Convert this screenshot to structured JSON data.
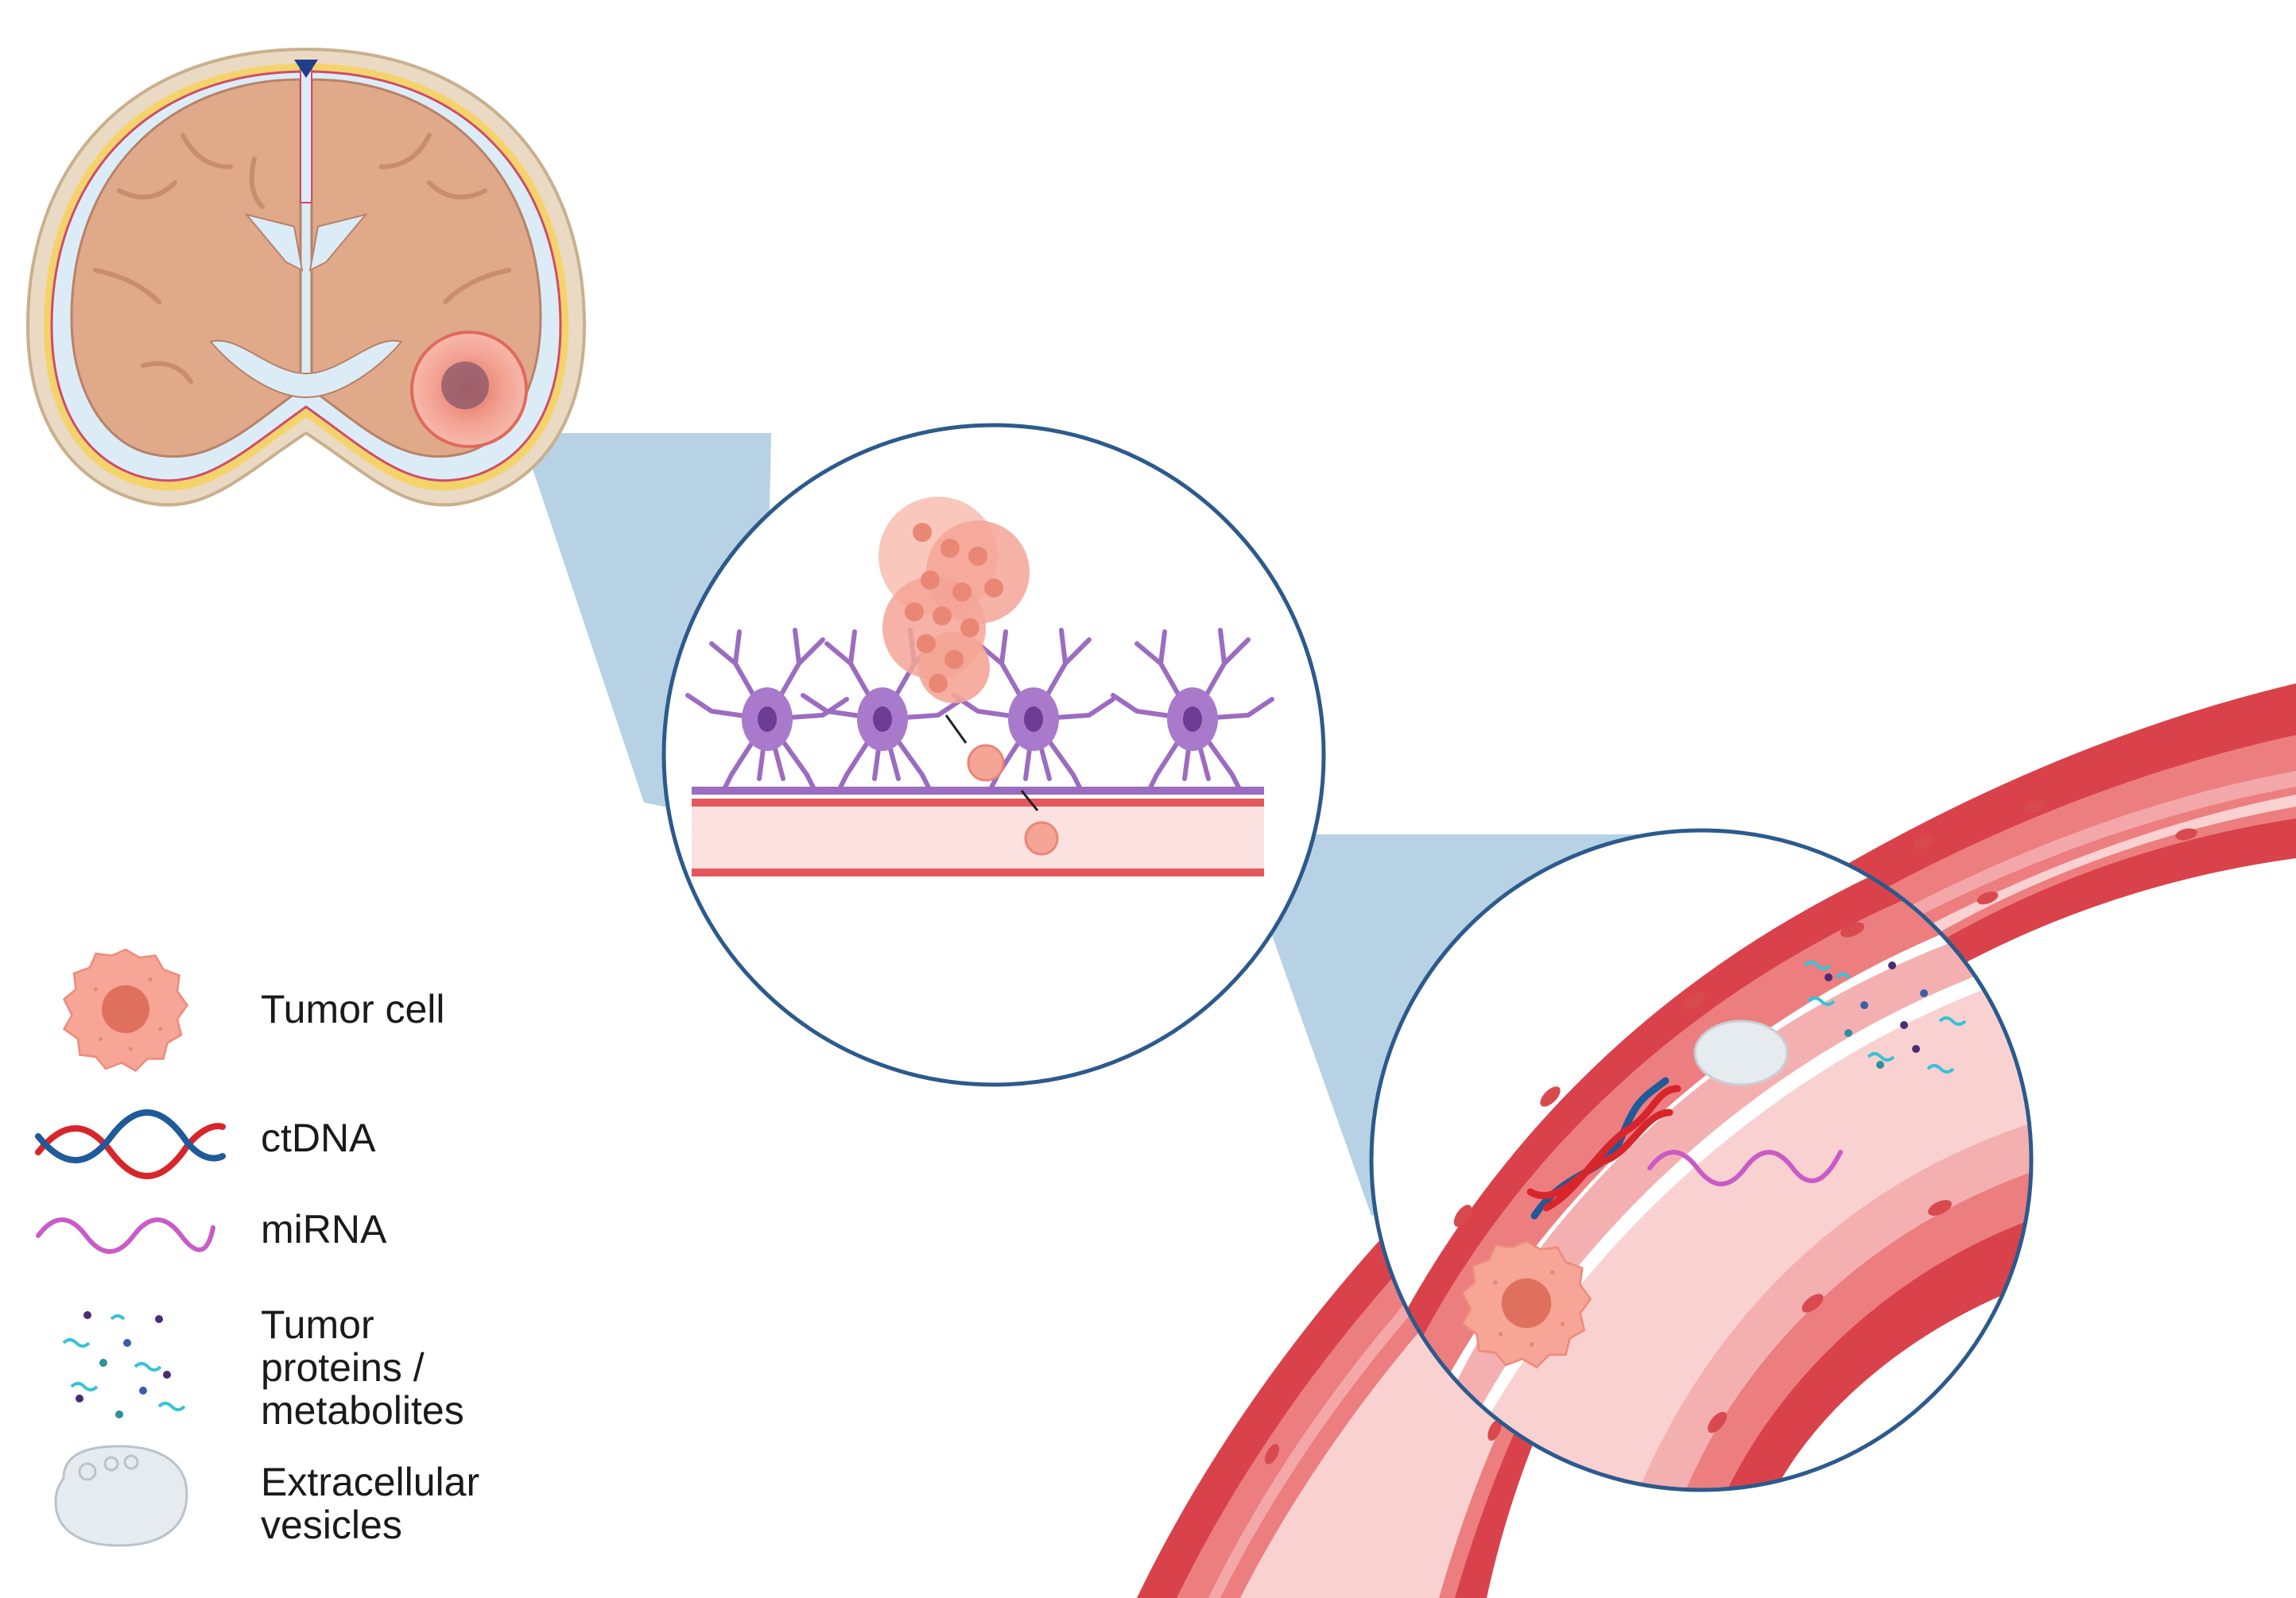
{
  "legend": {
    "items": [
      {
        "id": "tumor-cell",
        "icon": "tumor-cell-icon",
        "lines": [
          "Tumor cell"
        ]
      },
      {
        "id": "ctdna",
        "icon": "dna-double-helix-icon",
        "lines": [
          "ctDNA"
        ]
      },
      {
        "id": "mirna",
        "icon": "mirna-wave-icon",
        "lines": [
          "miRNA"
        ]
      },
      {
        "id": "proteins",
        "icon": "protein-dots-icon",
        "lines": [
          "Tumor",
          "proteins /",
          "metabolites"
        ]
      },
      {
        "id": "vesicles",
        "icon": "vesicle-icon",
        "lines": [
          "Extracellular",
          "vesicles"
        ]
      }
    ]
  },
  "colors": {
    "brain_tissue": "#e0a989",
    "ventricle": "#dcecf7",
    "tumor": "#f08f80",
    "neuron": "#9b6cc0",
    "vessel_wall": "#d9424a",
    "vessel_lumen": "#f9c5c5",
    "ctdna_red": "#d7262b",
    "ctdna_blue": "#1f5a99",
    "mirna": "#c95bc7",
    "vesicle": "#e6ebef",
    "zoom_cone": "#9fc3dc",
    "circle_outline": "#2c5a8c"
  }
}
